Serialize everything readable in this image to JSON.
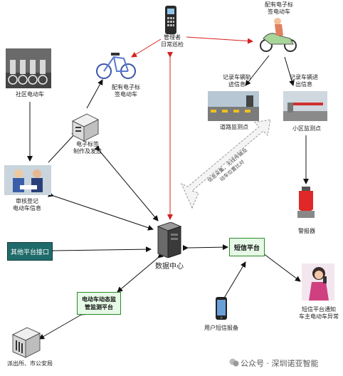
{
  "nodes": {
    "handheld": "管理者\n日常巡检",
    "tagged_ebike_top": "配有电子标\n签电动车",
    "community_ebike": "社区电动车",
    "tagged_ebike_left": "配有电子标\n签电动车",
    "road_monitor_caption": "记录车辆轨\n迹信息",
    "road_monitor_label": "道路监测点",
    "community_monitor_caption": "记录车辆进\n出信息",
    "community_monitor_label": "小区监测点",
    "tag_issue": "电子标签\n制作及发放",
    "registration": "审核登记\n电动车信息",
    "alarm": "警报器",
    "other_platform": "其他平台接口",
    "data_center": "数据中心",
    "sms_platform": "短信平台",
    "dynamic_platform": "电动车动态监\n管监测平台",
    "user_sms": "用户短信报备",
    "sms_notify": "短信平台通知\n车主电动车异常",
    "police": "派出所、市公安局",
    "wireless_note": "信息采集，无线传输及\n动车位置比对"
  },
  "watermark": {
    "text": "公众号 · 深圳诺亚智能"
  },
  "colors": {
    "red_arrow": "#d42020",
    "black_arrow": "#111111",
    "teal_box": "#1f6b6b",
    "green_box": "#e6f8e6",
    "green_border": "#2a8a2a"
  }
}
